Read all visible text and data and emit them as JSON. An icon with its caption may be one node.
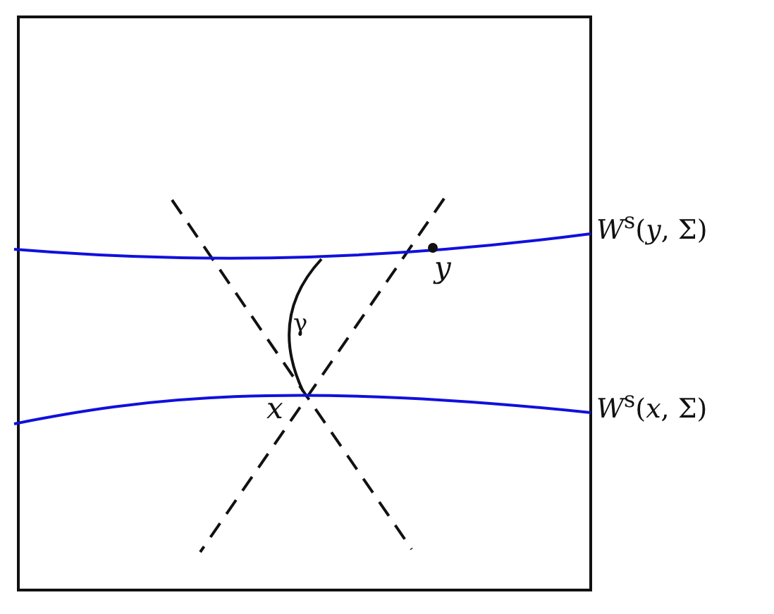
{
  "diagram": {
    "labels": [
      "*W*$^{s}$(*y*, Σ)",
      "γ",
      "*y*",
      "*x*",
      "*W*$^{s}$(*x*, Σ)"
    ]
  }
}
